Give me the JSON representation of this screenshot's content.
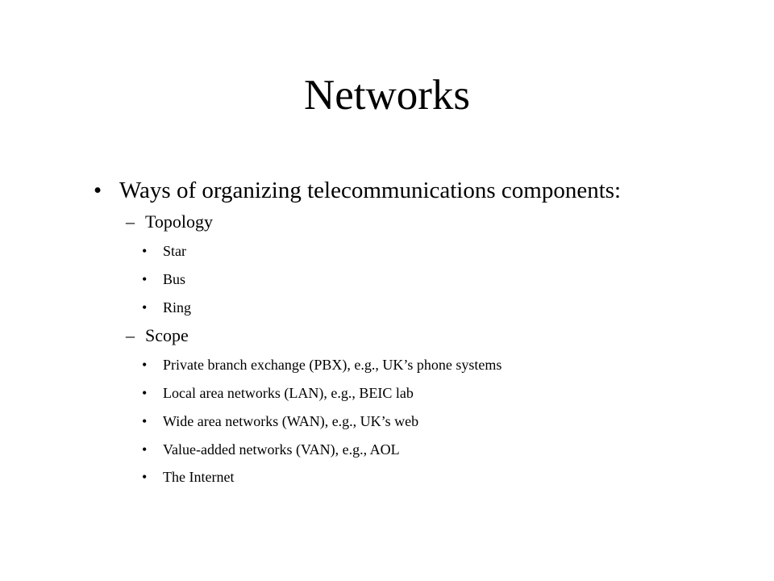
{
  "slide": {
    "title": "Networks",
    "bullet_glyph": "•",
    "dash_glyph": "–",
    "level1": {
      "text": "Ways of organizing telecommunications components:"
    },
    "topology": {
      "label": "Topology",
      "items": [
        "Star",
        "Bus",
        "Ring"
      ]
    },
    "scope": {
      "label": "Scope",
      "items": [
        "Private branch exchange (PBX), e.g., UK’s phone systems",
        "Local area networks (LAN), e.g., BEIC lab",
        "Wide area networks (WAN), e.g., UK’s web",
        "Value-added networks (VAN), e.g., AOL",
        "The Internet"
      ]
    }
  }
}
